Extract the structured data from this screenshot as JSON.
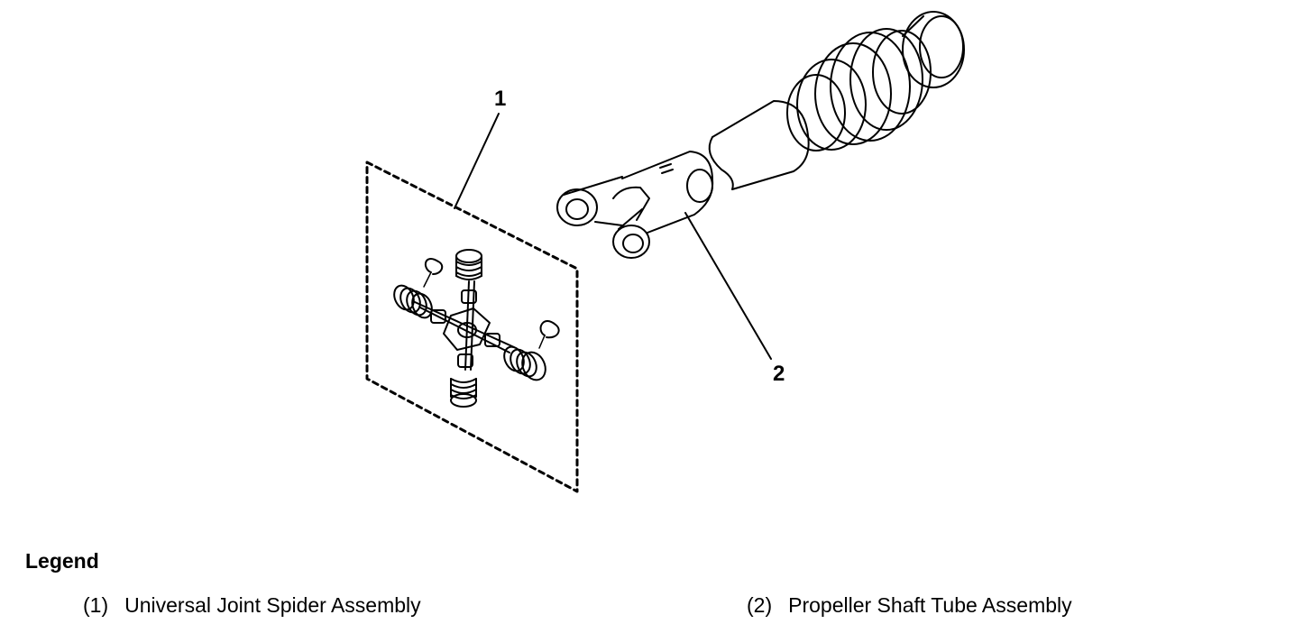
{
  "callouts": {
    "one": "1",
    "two": "2"
  },
  "legend": {
    "title": "Legend",
    "items": [
      {
        "number": "(1)",
        "label": "Universal Joint Spider Assembly"
      },
      {
        "number": "(2)",
        "label": "Propeller Shaft Tube Assembly"
      }
    ]
  },
  "colors": {
    "ink": "#000000",
    "background": "#ffffff"
  }
}
